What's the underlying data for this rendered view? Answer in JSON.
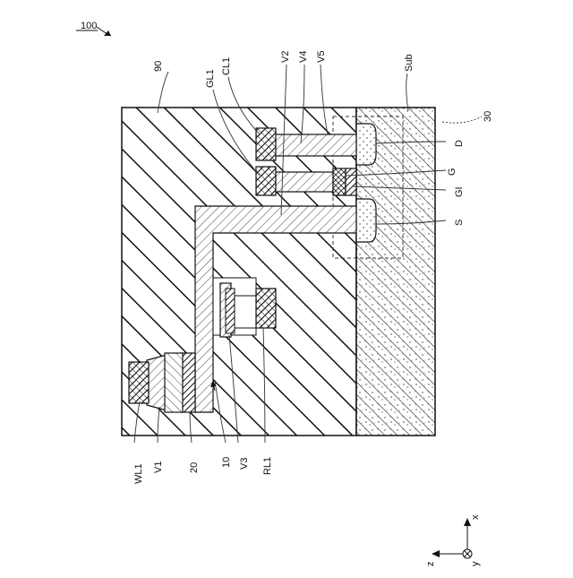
{
  "figure": {
    "device_ref": "100",
    "labels": {
      "insulator": "90",
      "substrate": "Sub",
      "transistor_region": "30",
      "cl1": "CL1",
      "gl1": "GL1",
      "v2": "V2",
      "v4": "V4",
      "v5": "V5",
      "drain": "D",
      "gate": "G",
      "gate_insulator": "GI",
      "source": "S",
      "wl1": "WL1",
      "v1": "V1",
      "memory_element": "20",
      "electrode_10": "10",
      "v3": "V3",
      "rl1": "RL1"
    },
    "axes": {
      "x": "x",
      "y": "y",
      "z": "z"
    }
  }
}
